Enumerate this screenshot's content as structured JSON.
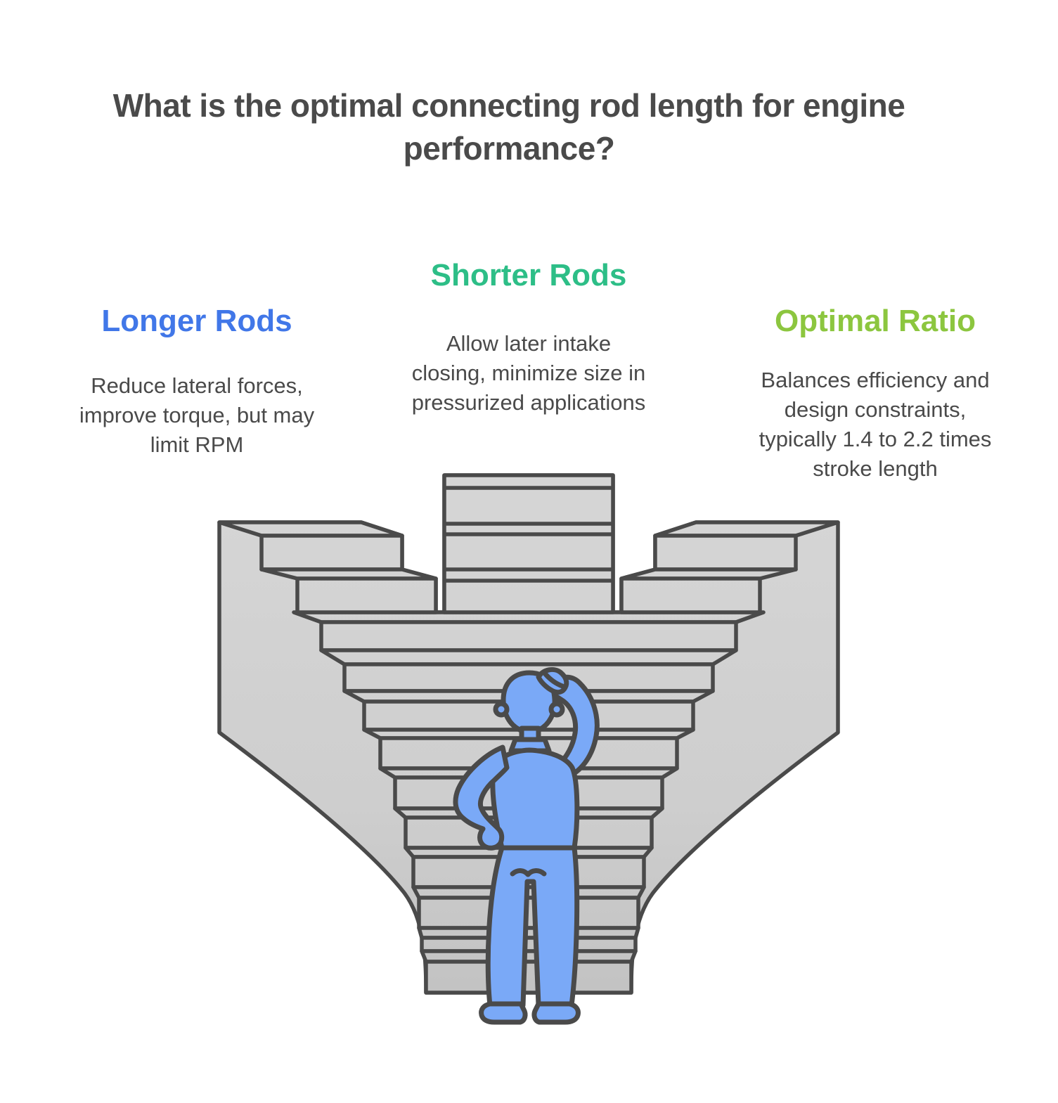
{
  "title": {
    "text": "What is the optimal connecting rod length for engine\nperformance?",
    "color": "#4a4a4a"
  },
  "columns": [
    {
      "id": "longer-rods",
      "heading": "Longer Rods",
      "heading_color": "#4177e8",
      "body": "Reduce lateral forces,\nimprove torque, but may\nlimit RPM"
    },
    {
      "id": "shorter-rods",
      "heading": "Shorter Rods",
      "heading_color": "#2dbe87",
      "body": "Allow later intake\nclosing, minimize size in\npressurized applications"
    },
    {
      "id": "optimal-ratio",
      "heading": "Optimal Ratio",
      "heading_color": "#8cc63f",
      "body": "Balances efficiency and\ndesign constraints,\ntypically 1.4 to 2.2 times\nstroke length"
    }
  ],
  "illustration": {
    "description": "Confused person scratching head while facing a V-shaped funnel of descending staircases with a central column and two side step towers",
    "figure_color": "#7aa9f7",
    "structure_fill": "#d2d2d2",
    "outline_color": "#4a4a4a"
  }
}
